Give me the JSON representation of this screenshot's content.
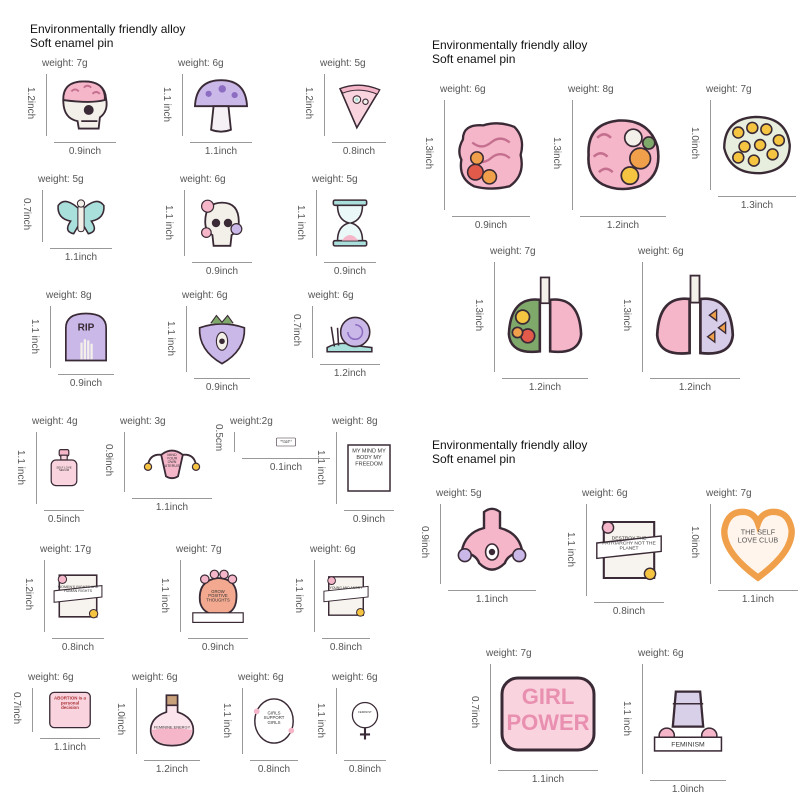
{
  "panels": [
    {
      "header": [
        "Environmentally friendly alloy",
        "Soft enamel pin"
      ],
      "pins": [
        {
          "weight": "weight: 7g",
          "width": "0.9inch",
          "height": "1.2inch",
          "icon": "brain-skull-icon"
        },
        {
          "weight": "weight: 6g",
          "width": "1.1inch",
          "height": "1.1 inch",
          "icon": "mushroom-icon"
        },
        {
          "weight": "weight: 5g",
          "width": "0.8inch",
          "height": "1.2inch",
          "icon": "pizza-slice-icon"
        },
        {
          "weight": "weight: 5g",
          "width": "1.1inch",
          "height": "0.7inch",
          "icon": "moth-skeleton-icon"
        },
        {
          "weight": "weight: 6g",
          "width": "0.9inch",
          "height": "1.1 inch",
          "icon": "flower-skull-icon"
        },
        {
          "weight": "weight: 5g",
          "width": "0.9inch",
          "height": "1.1 inch",
          "icon": "hourglass-icon"
        },
        {
          "weight": "weight: 8g",
          "width": "0.9inch",
          "height": "1.1 inch",
          "icon": "rip-tombstone-icon",
          "text": "RIP"
        },
        {
          "weight": "weight: 6g",
          "width": "0.9inch",
          "height": "1.1 inch",
          "icon": "strawberry-eye-icon"
        },
        {
          "weight": "weight: 6g",
          "width": "1.2inch",
          "height": "0.7inch",
          "icon": "snail-icon"
        }
      ]
    },
    {
      "header": [
        "Environmentally friendly alloy",
        "Soft enamel pin"
      ],
      "pins": [
        {
          "weight": "weight: 6g",
          "width": "0.9inch",
          "height": "1.3inch",
          "icon": "intestine-flower-icon"
        },
        {
          "weight": "weight: 8g",
          "width": "1.2inch",
          "height": "1.3inch",
          "icon": "brain-flower-icon"
        },
        {
          "weight": "weight: 7g",
          "width": "1.3inch",
          "height": "1.0inch",
          "icon": "yellow-flower-brain-icon"
        },
        {
          "weight": "weight: 7g",
          "width": "1.2inch",
          "height": "1.3inch",
          "icon": "lungs-flower-icon"
        },
        {
          "weight": "weight: 6g",
          "width": "1.2inch",
          "height": "1.3inch",
          "icon": "lungs-butterfly-icon"
        }
      ]
    },
    {
      "header": [],
      "pins": [
        {
          "weight": "weight: 4g",
          "width": "0.5inch",
          "height": "1.1 inch",
          "icon": "serum-bottle-icon",
          "text": "SELF LOVE SERUM"
        },
        {
          "weight": "weight: 3g",
          "width": "1.1inch",
          "height": "0.9inch",
          "icon": "uterus-icon",
          "text": "MIND YOUR OWN UTERUS"
        },
        {
          "weight": "weight:2g",
          "width": "0.1inch",
          "height": "0.5cm",
          "icon": "bar-pin-icon",
          "text": "THE FUTURE IS FEMALE"
        },
        {
          "weight": "weight: 8g",
          "width": "0.9inch",
          "height": "1.1 inch",
          "icon": "sign-icon",
          "text": "MY MIND MY BODY MY FREEDOM"
        },
        {
          "weight": "weight: 17g",
          "width": "0.8inch",
          "height": "1.2inch",
          "icon": "banner-flower-icon",
          "text": "WOMEN'S RIGHTS ARE HUMAN RIGHTS"
        },
        {
          "weight": "weight: 7g",
          "width": "0.9inch",
          "height": "1.1 inch",
          "icon": "head-flower-icon",
          "text": "GROW POSITIVE THOUGHTS"
        },
        {
          "weight": "weight: 6g",
          "width": "0.8inch",
          "height": "1.1 inch",
          "icon": "ribbon-icon",
          "text": "YOUNG AND ANGRY"
        },
        {
          "weight": "weight: 6g",
          "width": "1.1inch",
          "height": "0.7inch",
          "icon": "abortion-text-icon",
          "text": "ABORTION is a personal decision"
        },
        {
          "weight": "weight: 6g",
          "width": "1.2inch",
          "height": "1.0inch",
          "icon": "potion-bottle-icon",
          "text": "FEMININE ENERGY"
        },
        {
          "weight": "weight: 6g",
          "width": "0.8inch",
          "height": "1.1 inch",
          "icon": "mirror-icon",
          "text": "GIRLS SUPPORT GIRLS"
        },
        {
          "weight": "weight: 6g",
          "width": "0.8inch",
          "height": "1.1 inch",
          "icon": "venus-icon",
          "text": "FEMINIST"
        }
      ]
    },
    {
      "header": [
        "Environmentally friendly alloy",
        "Soft enamel pin"
      ],
      "pins": [
        {
          "weight": "weight: 5g",
          "width": "1.1inch",
          "height": "0.9inch",
          "icon": "hand-uterus-icon"
        },
        {
          "weight": "weight: 6g",
          "width": "0.8inch",
          "height": "1.1 inch",
          "icon": "patriarchy-banner-icon",
          "text": "DESTROY THE PATRIARCHY NOT THE PLANET"
        },
        {
          "weight": "weight: 7g",
          "width": "1.1inch",
          "height": "1.0inch",
          "icon": "heart-icon",
          "text": "THE SELF LOVE CLUB"
        },
        {
          "weight": "weight: 7g",
          "width": "1.1inch",
          "height": "0.7inch",
          "icon": "girl-power-icon",
          "text": "GIRL POWER"
        },
        {
          "weight": "weight: 6g",
          "width": "1.0inch",
          "height": "1.1 inch",
          "icon": "fist-icon",
          "text": "FEMINISM"
        }
      ]
    }
  ],
  "colors": {
    "pink": "#f4b6c8",
    "lightpink": "#f9d3de",
    "lavender": "#c9b8e8",
    "purple": "#8d6dc2",
    "teal": "#a9e0dc",
    "orange": "#f0a04b",
    "yellow": "#f5c542",
    "green": "#7fa86b",
    "red": "#e25a4a",
    "outline": "#3a2a35"
  }
}
